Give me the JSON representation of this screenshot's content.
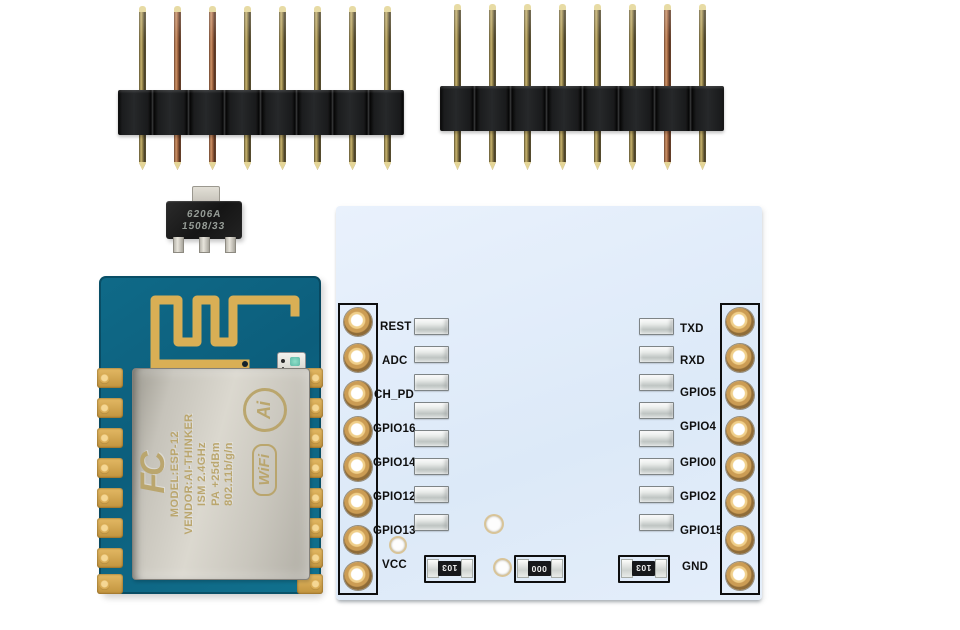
{
  "scene": {
    "background_color": "#ffffff",
    "description_colors": {
      "pcb_teal": "#0e6583",
      "gold_trace": "#d9af55",
      "adapter_white": "#e4eefb",
      "header_plastic": "#161616",
      "shield_silver": "#cdcac1"
    }
  },
  "pin_headers": {
    "left": {
      "pin_count": 8
    },
    "right": {
      "pin_count": 8
    }
  },
  "regulator": {
    "marking_line1": "6206A",
    "marking_line2": "1508/33"
  },
  "esp_module": {
    "shield": {
      "fcc_logo": "FC",
      "lines": [
        "MODEL:ESP-12",
        "VENDOR:AI-THINKER",
        "ISM 2.4GHz",
        "PA +25dBm",
        "802.11b/g/n"
      ],
      "wifi_logo": "WiFi",
      "ai_logo": "Ai"
    }
  },
  "adapter_board": {
    "left_pin_labels": [
      "REST",
      "ADC",
      "CH_PD",
      "GPIO16",
      "GPIO14",
      "GPIO12",
      "GPIO13",
      "VCC"
    ],
    "right_pin_labels": [
      "TXD",
      "RXD",
      "GPIO5",
      "GPIO4",
      "GPIO0",
      "GPIO2",
      "GPIO15",
      "GND"
    ],
    "resistors": [
      {
        "marking": "103"
      },
      {
        "marking": "000"
      },
      {
        "marking": "103"
      }
    ]
  }
}
